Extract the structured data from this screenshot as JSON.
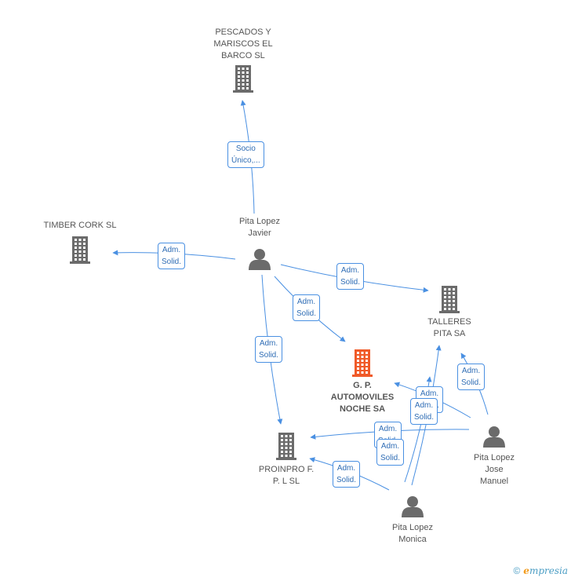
{
  "nodes": {
    "pescados": {
      "label": "PESCADOS Y\nMARISCOS EL\nBARCO SL",
      "kind": "company"
    },
    "timber": {
      "label": "TIMBER CORK SL",
      "kind": "company"
    },
    "talleres": {
      "label": "TALLERES\nPITA SA",
      "kind": "company"
    },
    "gp": {
      "label": "G. P.\nAUTOMOVILES\nNOCHE SA",
      "kind": "company-main"
    },
    "proinpro": {
      "label": "PROINPRO F.\nP. L SL",
      "kind": "company"
    },
    "javier": {
      "label": "Pita Lopez\nJavier",
      "kind": "person"
    },
    "jose": {
      "label": "Pita Lopez\nJose\nManuel",
      "kind": "person"
    },
    "monica": {
      "label": "Pita Lopez\nMonica",
      "kind": "person"
    }
  },
  "edges": [
    {
      "from": "javier",
      "to": "pescados",
      "label": "Socio\nÚnico,..."
    },
    {
      "from": "javier",
      "to": "timber",
      "label": "Adm.\nSolid."
    },
    {
      "from": "javier",
      "to": "talleres",
      "label": "Adm.\nSolid."
    },
    {
      "from": "javier",
      "to": "gp",
      "label": "Adm.\nSolid."
    },
    {
      "from": "javier",
      "to": "proinpro",
      "label": "Adm.\nSolid."
    },
    {
      "from": "jose",
      "to": "talleres",
      "label": "Adm.\nSolid."
    },
    {
      "from": "jose",
      "to": "gp",
      "label": "Adm.\nSolid."
    },
    {
      "from": "jose",
      "to": "proinpro",
      "label": "Adm.\nSolid."
    },
    {
      "from": "monica",
      "to": "talleres",
      "label": "Adm.\nSolid."
    },
    {
      "from": "monica",
      "to": "gp",
      "label": "Adm.\nSolid."
    },
    {
      "from": "monica",
      "to": "proinpro",
      "label": "Adm.\nSolid."
    }
  ],
  "colors": {
    "company": "#6b6b6b",
    "company_main": "#f05a28",
    "person": "#6b6b6b",
    "edge": "#4a90e2",
    "edge_label_text": "#2f6db5"
  },
  "footer": {
    "copyright": "©",
    "brand_initial": "e",
    "brand_rest": "mpresia"
  }
}
